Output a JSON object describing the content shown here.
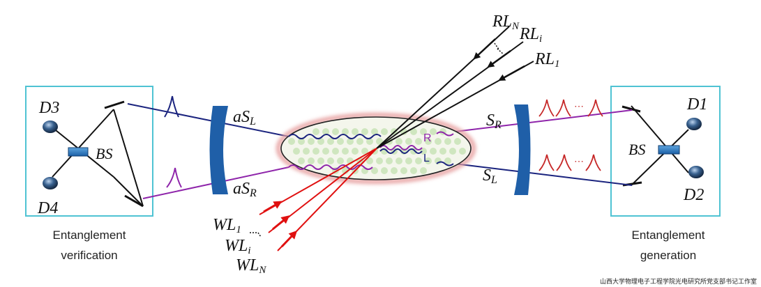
{
  "labels": {
    "detectors": {
      "d1": "D1",
      "d2": "D2",
      "d3": "D3",
      "d4": "D4"
    },
    "beam_splitter": "BS",
    "cavity": {
      "as": "aS",
      "as_l_sub": "L",
      "as_r_sub": "R",
      "s": "S",
      "s_r_sub": "R",
      "s_l_sub": "L"
    },
    "atom": {
      "r": "R",
      "l": "L"
    },
    "read_beams": {
      "base": "RL",
      "n_sub": "N",
      "i_sub": "i",
      "one_sub": "1"
    },
    "write_beams": {
      "base": "WL",
      "one_sub": "1",
      "i_sub": "i",
      "n_sub": "N"
    },
    "dots": "⋯"
  },
  "captions": {
    "left": [
      "Entanglement",
      "verification"
    ],
    "right": [
      "Entanglement",
      "generation"
    ]
  },
  "watermark": "山西大学物理电子工程学院光电研究所党支部书记工作室",
  "colors": {
    "box": "#4fc3d3",
    "blue_path": "#1a237e",
    "purple_path": "#8e24aa",
    "red_beam": "#e01010",
    "mirror": "#1f5fa8",
    "atom_fill": "#f4f6ec",
    "atom_dot": "#cfe6bf",
    "atom_glow": "#e7a0a0"
  }
}
